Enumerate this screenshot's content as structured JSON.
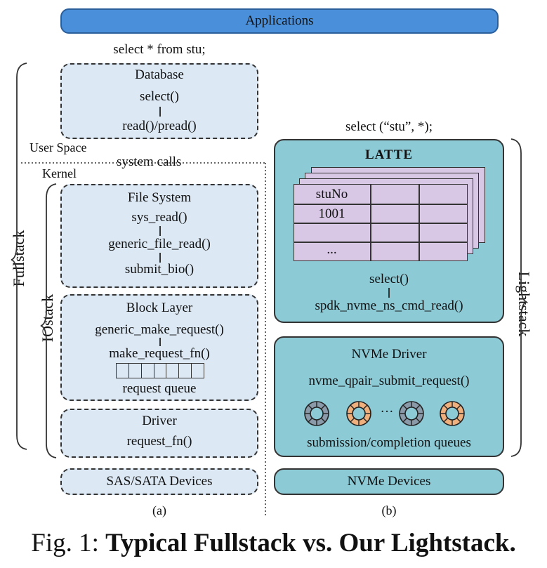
{
  "top_bar": {
    "label": "Applications",
    "color": "#4a8fd9"
  },
  "left": {
    "query": "select * from stu;",
    "database": {
      "title": "Database",
      "fn1": "select()",
      "fn2": "read()/pread()"
    },
    "user_space": "User Space",
    "system_calls": "system calls",
    "kernel": "Kernel",
    "file_system": {
      "title": "File System",
      "fn1": "sys_read()",
      "fn2": "generic_file_read()",
      "fn3": "submit_bio()"
    },
    "block_layer": {
      "title": "Block Layer",
      "fn1": "generic_make_request()",
      "fn2": "make_request_fn()",
      "queue_label": "request queue"
    },
    "driver": {
      "title": "Driver",
      "fn1": "request_fn()"
    },
    "devices": "SAS/SATA Devices",
    "caption": "(a)",
    "fullstack": "Fullstack",
    "iostack": "IOstack"
  },
  "right": {
    "query": "select (“stu”, *);",
    "latte": {
      "title": "LATTE",
      "col1": "stuNo",
      "row1": "1001",
      "dots": "...",
      "fn1": "select()",
      "fn2": "spdk_nvme_ns_cmd_read()"
    },
    "nvme_driver": {
      "title": "NVMe Driver",
      "fn1": "nvme_qpair_submit_request()",
      "ellipsis": "···",
      "queues_label": "submission/completion queues"
    },
    "devices": "NVMe Devices",
    "caption": "(b)",
    "lightstack": "Lightstack"
  },
  "figure_caption": {
    "prefix": "Fig. 1: ",
    "bold": "Typical Fullstack vs. Our Lightstack."
  },
  "colors": {
    "dashed_box_fill": "#dce8f4",
    "teal_fill": "#8ccad6",
    "table_fill": "#d8c8e6",
    "ring_orange": "#f0b07e",
    "ring_gray": "#8a9aa8"
  }
}
